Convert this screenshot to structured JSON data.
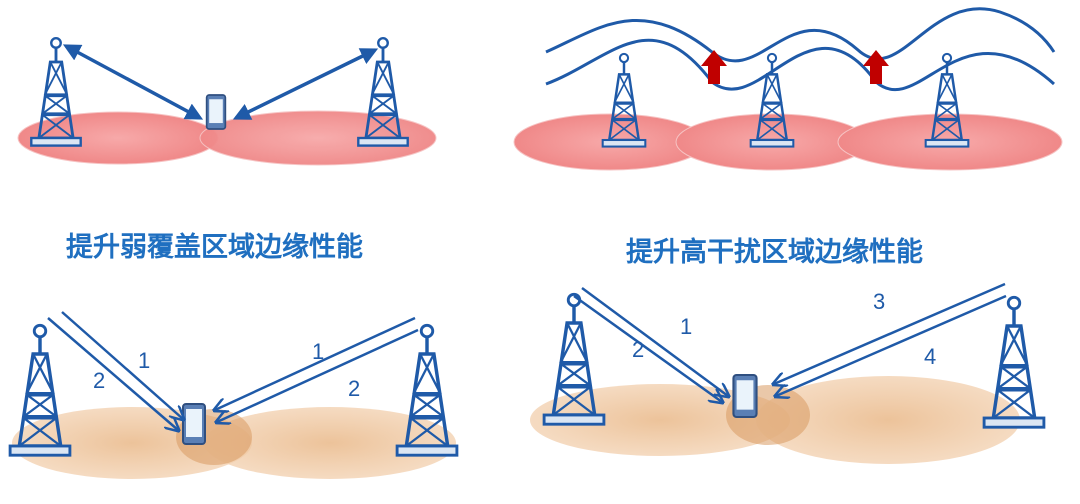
{
  "captions": {
    "weak_coverage": "提升弱覆盖区域边缘性能",
    "high_interference": "提升高干扰区域边缘性能"
  },
  "beam_labels": {
    "weak_left_1": "1",
    "weak_left_2": "2",
    "weak_right_1": "1",
    "weak_right_2": "2",
    "interf_left_1": "1",
    "interf_left_2": "2",
    "interf_right_3": "3",
    "interf_right_4": "4"
  },
  "colors": {
    "beam": "#1f5aa8",
    "caption": "#1f6fc0",
    "coverage_pink": "#f08a8a",
    "coverage_tan": "#e6b88c",
    "boost_arrow": "#c00000"
  }
}
